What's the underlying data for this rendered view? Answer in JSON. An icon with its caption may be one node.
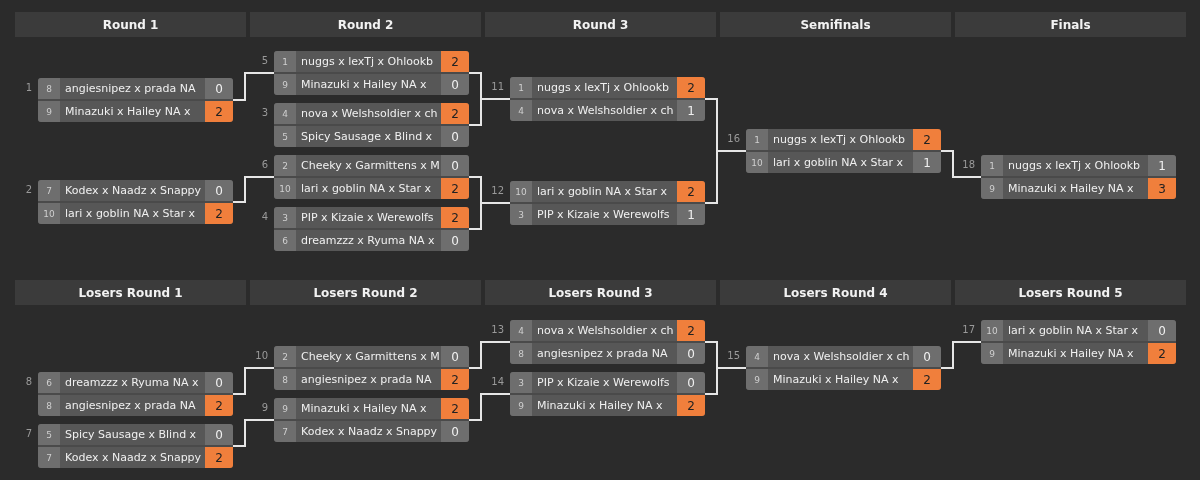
{
  "diagram": {
    "nodes": [
      {
        "text": [],
        "shape": "box",
        "beside": [
          "1"
        ]
      },
      {
        "text": [
          "8",
          "angiesnipez x prada NA",
          "0"
        ],
        "in": 0
      },
      {
        "text": [
          "9",
          "Minazuki x Hailey NA x",
          "2"
        ],
        "in": 0
      },
      {
        "text": [],
        "shape": "box",
        "beside": [
          "2"
        ]
      },
      {
        "text": [
          "7",
          "Kodex x Naadz x Snappy",
          "0"
        ],
        "in": 3
      },
      {
        "text": [
          "10",
          "lari x goblin NA x Star x",
          "2"
        ],
        "in": 3
      },
      {
        "text": [],
        "shape": "box",
        "beside": [
          "5"
        ]
      },
      {
        "text": [
          "1",
          "nuggs x lexTj x Ohlookb",
          "2"
        ],
        "in": 6
      },
      {
        "text": [
          "9",
          "Minazuki x Hailey NA x",
          "0"
        ],
        "in": 6
      },
      {
        "text": [],
        "shape": "box",
        "beside": [
          "3"
        ]
      },
      {
        "text": [
          "4",
          "nova x Welshsoldier x ch",
          "2"
        ],
        "in": 9
      },
      {
        "text": [
          "5",
          "Spicy Sausage x Blind x",
          "0"
        ],
        "in": 9
      },
      {
        "text": [],
        "shape": "box",
        "beside": [
          "6"
        ]
      },
      {
        "text": [
          "2",
          "Cheeky x Garmittens x M",
          "0"
        ],
        "in": 12
      },
      {
        "text": [
          "10",
          "lari x goblin NA x Star x",
          "2"
        ],
        "in": 12
      },
      {
        "text": [],
        "shape": "box",
        "beside": [
          "4"
        ]
      },
      {
        "text": [
          "3",
          "PIP x Kizaie x Werewolfs",
          "2"
        ],
        "in": 15
      },
      {
        "text": [
          "6",
          "dreamzzz x Ryuma NA x",
          "0"
        ],
        "in": 15
      },
      {
        "text": [],
        "shape": "box",
        "beside": [
          "11"
        ]
      },
      {
        "text": [
          "1",
          "nuggs x lexTj x Ohlookb",
          "2"
        ],
        "in": 18
      },
      {
        "text": [
          "4",
          "nova x Welshsoldier x ch",
          "1"
        ],
        "in": 18
      },
      {
        "text": [],
        "shape": "box",
        "beside": [
          "12"
        ]
      },
      {
        "text": [
          "10",
          "lari x goblin NA x Star x",
          "2"
        ],
        "in": 21
      },
      {
        "text": [
          "3",
          "PIP x Kizaie x Werewolfs",
          "1"
        ],
        "in": 21
      },
      {
        "text": [],
        "shape": "box",
        "beside": [
          "16"
        ]
      },
      {
        "text": [
          "1",
          "nuggs x lexTj x Ohlookb",
          "2"
        ],
        "in": 24
      },
      {
        "text": [
          "10",
          "lari x goblin NA x Star x",
          "1"
        ],
        "in": 24
      },
      {
        "text": [],
        "shape": "box",
        "beside": [
          "18"
        ]
      },
      {
        "text": [
          "1",
          "nuggs x lexTj x Ohlookb",
          "1"
        ],
        "in": 27
      },
      {
        "text": [
          "9",
          "Minazuki x Hailey NA x",
          "3"
        ],
        "in": 27
      },
      {
        "text": [],
        "shape": "box",
        "beside": [
          "8"
        ]
      },
      {
        "text": [
          "6",
          "dreamzzz x Ryuma NA x",
          "0"
        ],
        "in": 30
      },
      {
        "text": [
          "8",
          "angiesnipez x prada NA",
          "2"
        ],
        "in": 30
      },
      {
        "text": [],
        "shape": "box",
        "beside": [
          "7"
        ]
      },
      {
        "text": [
          "5",
          "Spicy Sausage x Blind x",
          "0"
        ],
        "in": 33
      },
      {
        "text": [
          "7",
          "Kodex x Naadz x Snappy",
          "2"
        ],
        "in": 33
      },
      {
        "text": [],
        "shape": "box",
        "beside": [
          "10"
        ]
      },
      {
        "text": [
          "2",
          "Cheeky x Garmittens x M",
          "0"
        ],
        "in": 36
      },
      {
        "text": [
          "8",
          "angiesnipez x prada NA",
          "2"
        ],
        "in": 36
      },
      {
        "text": [],
        "shape": "box",
        "beside": [
          "9"
        ]
      },
      {
        "text": [
          "9",
          "Minazuki x Hailey NA x",
          "2"
        ],
        "in": 39
      },
      {
        "text": [
          "7",
          "Kodex x Naadz x Snappy",
          "0"
        ],
        "in": 39
      },
      {
        "text": [],
        "shape": "box",
        "beside": [
          "13"
        ]
      },
      {
        "text": [
          "4",
          "nova x Welshsoldier x ch",
          "2"
        ],
        "in": 42
      },
      {
        "text": [
          "8",
          "angiesnipez x prada NA",
          "0"
        ],
        "in": 42
      },
      {
        "text": [],
        "shape": "box",
        "beside": [
          "14"
        ]
      },
      {
        "text": [
          "3",
          "PIP x Kizaie x Werewolfs",
          "0"
        ],
        "in": 45
      },
      {
        "text": [
          "9",
          "Minazuki x Hailey NA x",
          "2"
        ],
        "in": 45
      },
      {
        "text": [],
        "shape": "box",
        "beside": [
          "15"
        ]
      },
      {
        "text": [
          "4",
          "nova x Welshsoldier x ch",
          "0"
        ],
        "in": 48
      },
      {
        "text": [
          "9",
          "Minazuki x Hailey NA x",
          "2"
        ],
        "in": 48
      },
      {
        "text": [],
        "shape": "box",
        "beside": [
          "17"
        ]
      },
      {
        "text": [
          "10",
          "lari x goblin NA x Star x",
          "0"
        ],
        "in": 51
      },
      {
        "text": [
          "9",
          "Minazuki x Hailey NA x",
          "2"
        ],
        "in": 51
      }
    ],
    "edges": [
      {
        "from": 0,
        "to": 6,
        "arrow": "none"
      },
      {
        "from": 3,
        "to": 12,
        "arrow": "none"
      },
      {
        "from": 6,
        "to": 18,
        "arrow": "none"
      },
      {
        "from": 9,
        "to": 18,
        "arrow": "none"
      },
      {
        "from": 12,
        "to": 21,
        "arrow": "none"
      },
      {
        "from": 15,
        "to": 21,
        "arrow": "none"
      },
      {
        "from": 18,
        "to": 24,
        "arrow": "none"
      },
      {
        "from": 21,
        "to": 24,
        "arrow": "none"
      },
      {
        "from": 24,
        "to": 27,
        "arrow": "none"
      },
      {
        "from": 30,
        "to": 36,
        "arrow": "none"
      },
      {
        "from": 33,
        "to": 39,
        "arrow": "none"
      },
      {
        "from": 36,
        "to": 42,
        "arrow": "none"
      },
      {
        "from": 39,
        "to": 45,
        "arrow": "none"
      },
      {
        "from": 42,
        "to": 48,
        "arrow": "none"
      },
      {
        "from": 45,
        "to": 48,
        "arrow": "none"
      },
      {
        "from": 48,
        "to": 51,
        "arrow": "none"
      }
    ],
    "labels": [
      "Round 1",
      "Round 2",
      "Round 3",
      "Semifinals",
      "Finals",
      "Losers Round 1",
      "Losers Round 2",
      "Losers Round 3",
      "Losers Round 4",
      "Losers Round 5"
    ]
  }
}
